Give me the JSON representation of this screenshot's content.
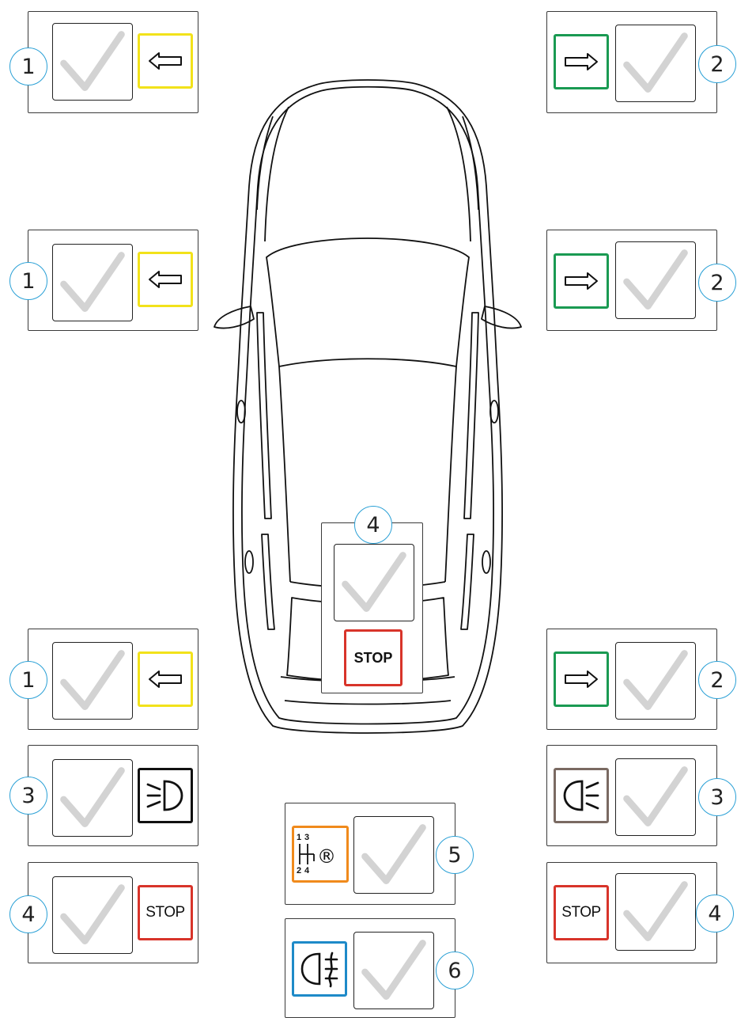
{
  "colors": {
    "turn_left": "#f2e21a",
    "turn_right": "#1a9a52",
    "low_beam": "#111111",
    "parking_light": "#7a6a62",
    "stop": "#d8342a",
    "reverse": "#f08a1c",
    "fog": "#1e8ac8",
    "badge_border": "#2aa0d6",
    "check": "#cfcfcf"
  },
  "icons": {
    "check": "check-icon",
    "turn_left": "arrow-left-icon",
    "turn_right": "arrow-right-icon",
    "low_beam": "low-beam-icon",
    "parking_light": "parking-light-icon",
    "reverse": "reverse-gear-icon",
    "fog": "rear-fog-icon"
  },
  "labels": {
    "stop": "STOP",
    "gear_1": "1",
    "gear_3": "3",
    "gear_2": "2",
    "gear_4": "4",
    "reverse_mark": "®"
  },
  "badges": {
    "left_front": "1",
    "right_front": "2",
    "left_mirror": "1",
    "right_mirror": "2",
    "center_brake": "4",
    "left_rear_turn": "1",
    "right_rear_turn": "2",
    "left_low_beam": "3",
    "right_parking": "3",
    "left_stop": "4",
    "right_stop": "4",
    "reverse": "5",
    "fog": "6"
  }
}
